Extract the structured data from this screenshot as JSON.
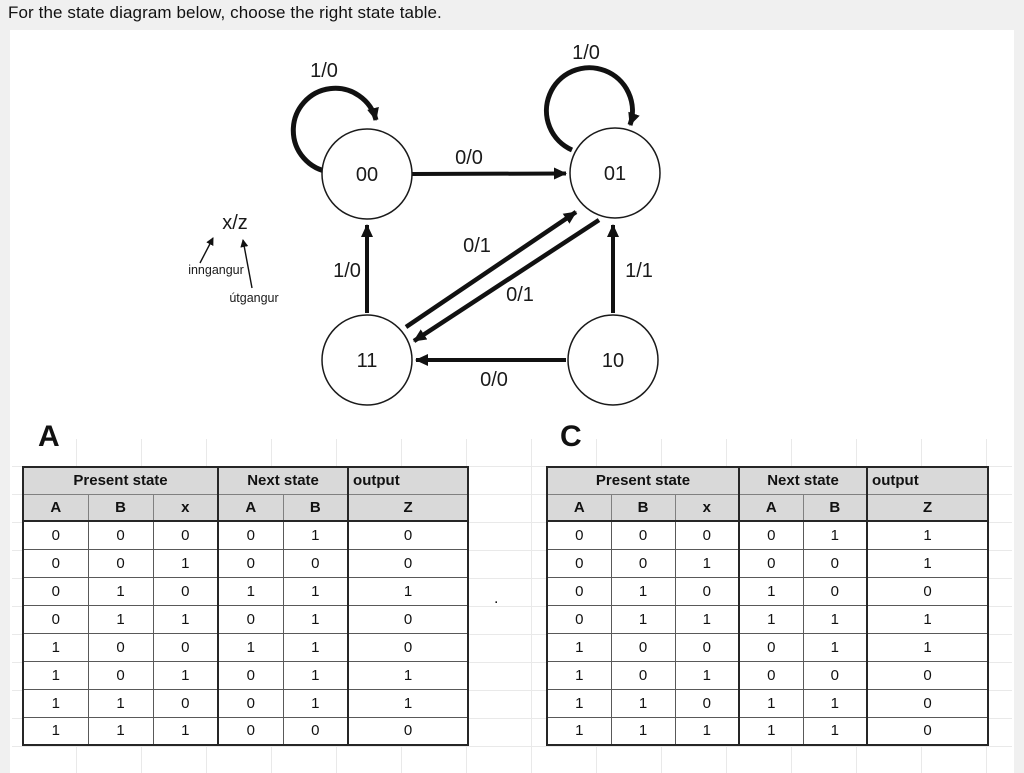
{
  "title": "For the state diagram below, choose the right state table.",
  "diagram": {
    "states": {
      "s00": "00",
      "s01": "01",
      "s11": "11",
      "s10": "10"
    },
    "edge_labels": {
      "loop00": "1/0",
      "loop01": "1/0",
      "e00_01": "0/0",
      "e11_00": "1/0",
      "e10_01": "1/1",
      "e10_11": "0/0",
      "e11_01_upper": "0/1",
      "e01_11_lower": "0/1"
    },
    "legend": {
      "xz": "x/z",
      "input_word": "inngangur",
      "output_word": "útgangur"
    }
  },
  "tables": [
    {
      "label": "A",
      "header_groups": [
        "Present state",
        "Next state",
        "output"
      ],
      "columns": [
        "A",
        "B",
        "x",
        "A",
        "B",
        "Z"
      ],
      "rows": [
        [
          "0",
          "0",
          "0",
          "0",
          "1",
          "0"
        ],
        [
          "0",
          "0",
          "1",
          "0",
          "0",
          "0"
        ],
        [
          "0",
          "1",
          "0",
          "1",
          "1",
          "1"
        ],
        [
          "0",
          "1",
          "1",
          "0",
          "1",
          "0"
        ],
        [
          "1",
          "0",
          "0",
          "1",
          "1",
          "0"
        ],
        [
          "1",
          "0",
          "1",
          "0",
          "1",
          "1"
        ],
        [
          "1",
          "1",
          "0",
          "0",
          "1",
          "1"
        ],
        [
          "1",
          "1",
          "1",
          "0",
          "0",
          "0"
        ]
      ]
    },
    {
      "label": "C",
      "header_groups": [
        "Present state",
        "Next state",
        "output"
      ],
      "columns": [
        "A",
        "B",
        "x",
        "A",
        "B",
        "Z"
      ],
      "rows": [
        [
          "0",
          "0",
          "0",
          "0",
          "1",
          "1"
        ],
        [
          "0",
          "0",
          "1",
          "0",
          "0",
          "1"
        ],
        [
          "0",
          "1",
          "0",
          "1",
          "0",
          "0"
        ],
        [
          "0",
          "1",
          "1",
          "1",
          "1",
          "1"
        ],
        [
          "1",
          "0",
          "0",
          "0",
          "1",
          "1"
        ],
        [
          "1",
          "0",
          "1",
          "0",
          "0",
          "0"
        ],
        [
          "1",
          "1",
          "0",
          "1",
          "1",
          "0"
        ],
        [
          "1",
          "1",
          "1",
          "1",
          "1",
          "0"
        ]
      ]
    }
  ],
  "stray_dot": ".",
  "colors": {
    "page_bg": "#f0f0f0",
    "panel_bg": "#ffffff",
    "table_header_bg": "#d9d9d9",
    "line_color": "#111111",
    "gridline_color": "#e9e9e9"
  }
}
